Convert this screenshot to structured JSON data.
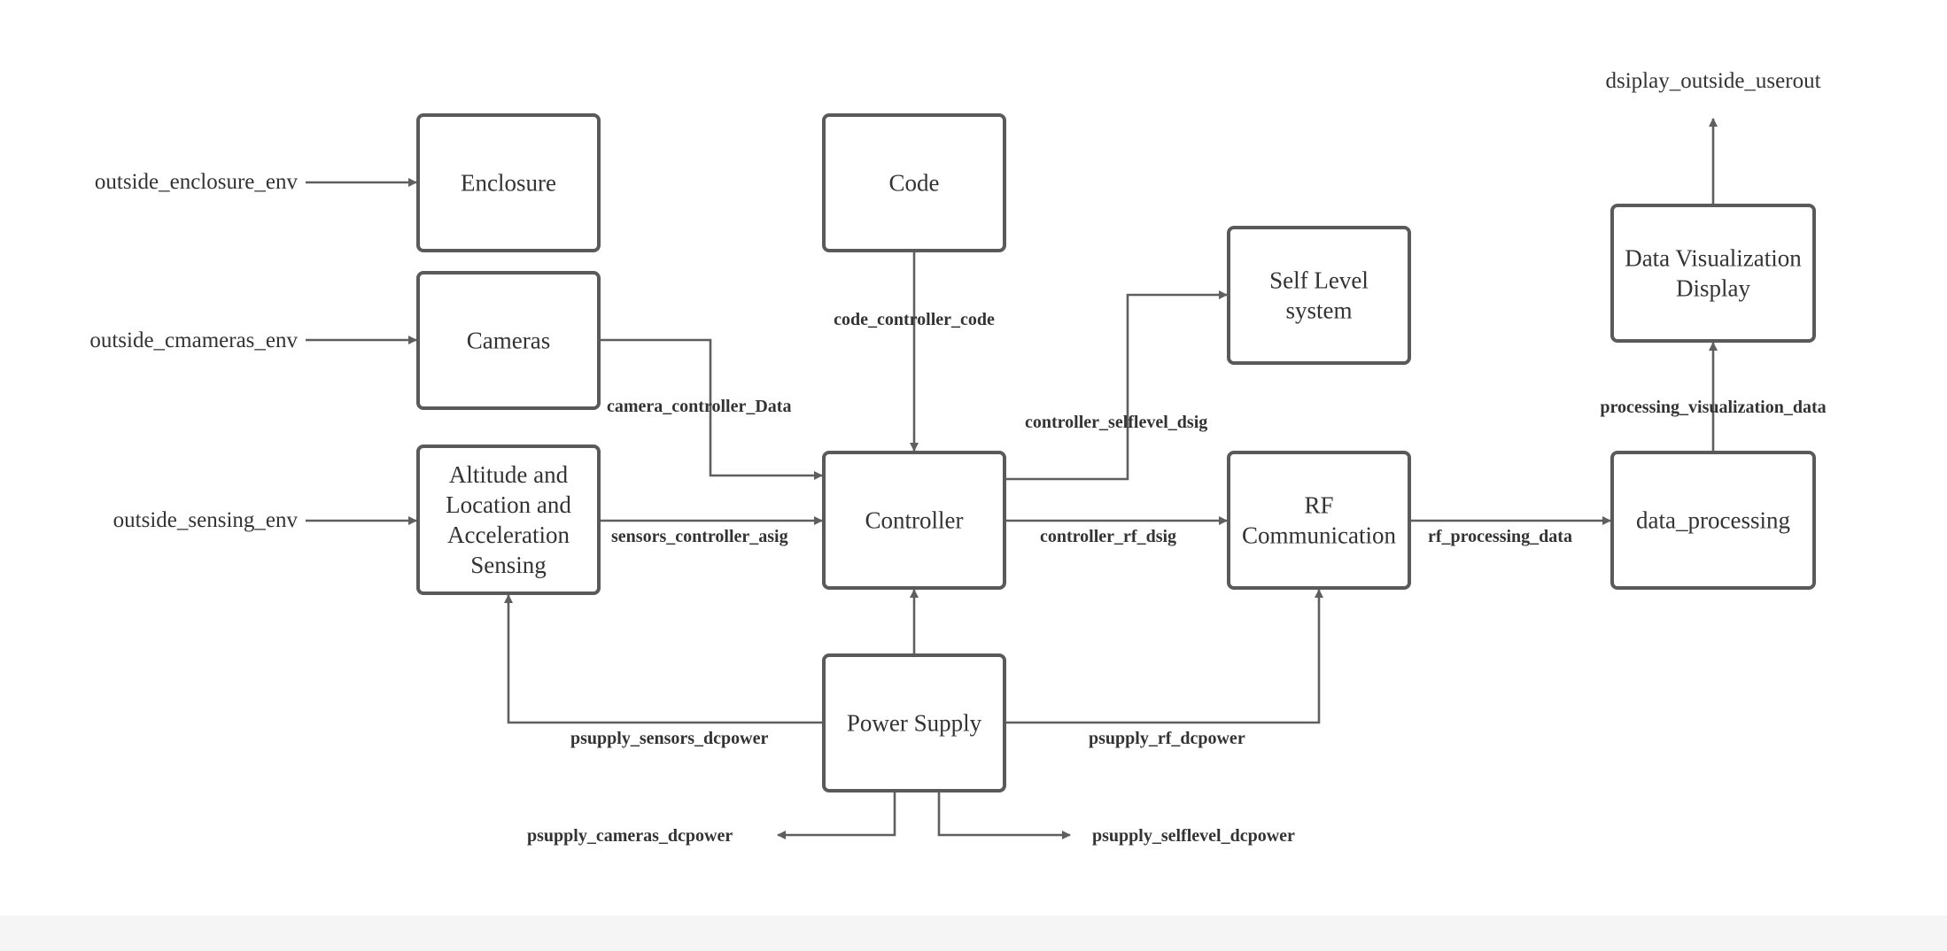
{
  "boxes": {
    "enclosure": [
      "Enclosure"
    ],
    "code": [
      "Code"
    ],
    "cameras": [
      "Cameras"
    ],
    "self_level": [
      "Self Level",
      "system"
    ],
    "data_visualization": [
      "Data Visualization",
      "Display"
    ],
    "sensing": [
      "Altitude and",
      "Location and",
      "Acceleration",
      "Sensing"
    ],
    "controller": [
      "Controller"
    ],
    "rf_communication": [
      "RF",
      "Communication"
    ],
    "data_processing": [
      "data_processing"
    ],
    "power_supply": [
      "Power Supply"
    ]
  },
  "external": {
    "outside_enclosure": "outside_enclosure_env",
    "outside_cameras": "outside_cmameras_env",
    "outside_sensing": "outside_sensing_env",
    "display_out": "dsiplay_outside_userout"
  },
  "edges": {
    "code_controller": "code_controller_code",
    "camera_controller": "camera_controller_Data",
    "controller_selflevel": "controller_selflevel_dsig",
    "sensors_controller": "sensors_controller_asig",
    "controller_rf": "controller_rf_dsig",
    "rf_processing": "rf_processing_data",
    "processing_visualization": "processing_visualization_data",
    "psupply_sensors": "psupply_sensors_dcpower",
    "psupply_rf": "psupply_rf_dcpower",
    "psupply_cameras": "psupply_cameras_dcpower",
    "psupply_selflevel": "psupply_selflevel_dcpower"
  },
  "colors": {
    "stroke": "#5a5a5a",
    "text": "#333333",
    "background": "#ffffff"
  }
}
